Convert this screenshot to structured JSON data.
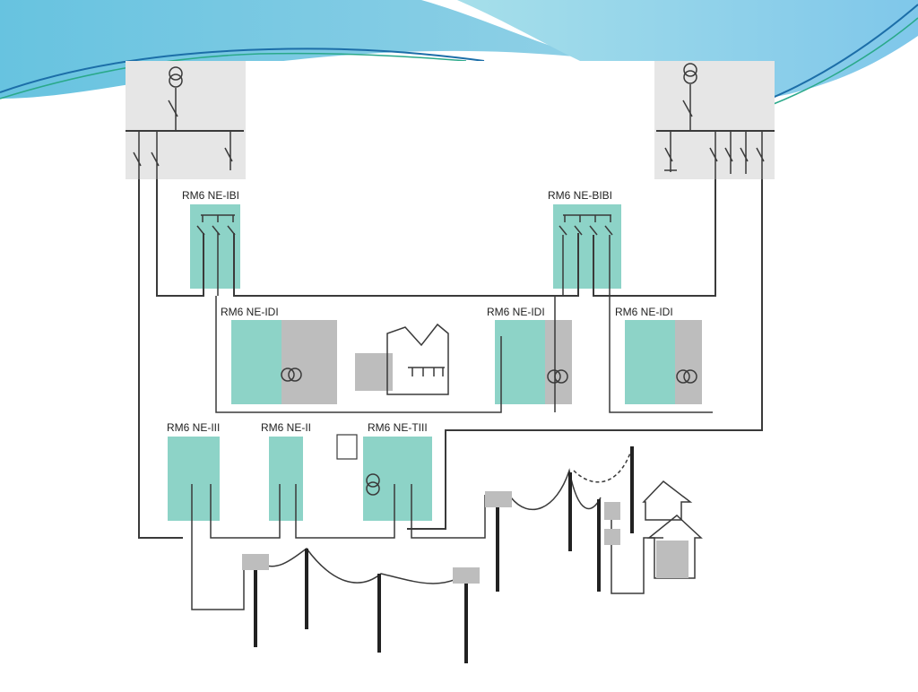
{
  "slide": {
    "background": "#ffffff",
    "banner_colors": [
      "#7fc4dd",
      "#5ab8d8",
      "#1c6ea8",
      "#2aa98a"
    ]
  },
  "diagram": {
    "colors": {
      "substation_fill": "#e6e6e6",
      "rmu_fill": "#8dd3c7",
      "equipment_fill": "#bdbdbd",
      "wire": "#3a3a3a"
    },
    "substations": [
      {
        "id": "substation-left",
        "label": ""
      },
      {
        "id": "substation-right",
        "label": ""
      }
    ],
    "rmu_units": [
      {
        "id": "rmu-ibi",
        "label": "RM6 NE-IBI"
      },
      {
        "id": "rmu-bibi",
        "label": "RM6 NE-BIBI"
      },
      {
        "id": "rmu-idi-1",
        "label": "RM6 NE-IDI"
      },
      {
        "id": "rmu-idi-2",
        "label": "RM6 NE-IDI"
      },
      {
        "id": "rmu-idi-3",
        "label": "RM6 NE-IDI"
      },
      {
        "id": "rmu-iii",
        "label": "RM6 NE-III"
      },
      {
        "id": "rmu-ii",
        "label": "RM6 NE-II"
      },
      {
        "id": "rmu-tiii",
        "label": "RM6 NE-TIII"
      }
    ]
  }
}
